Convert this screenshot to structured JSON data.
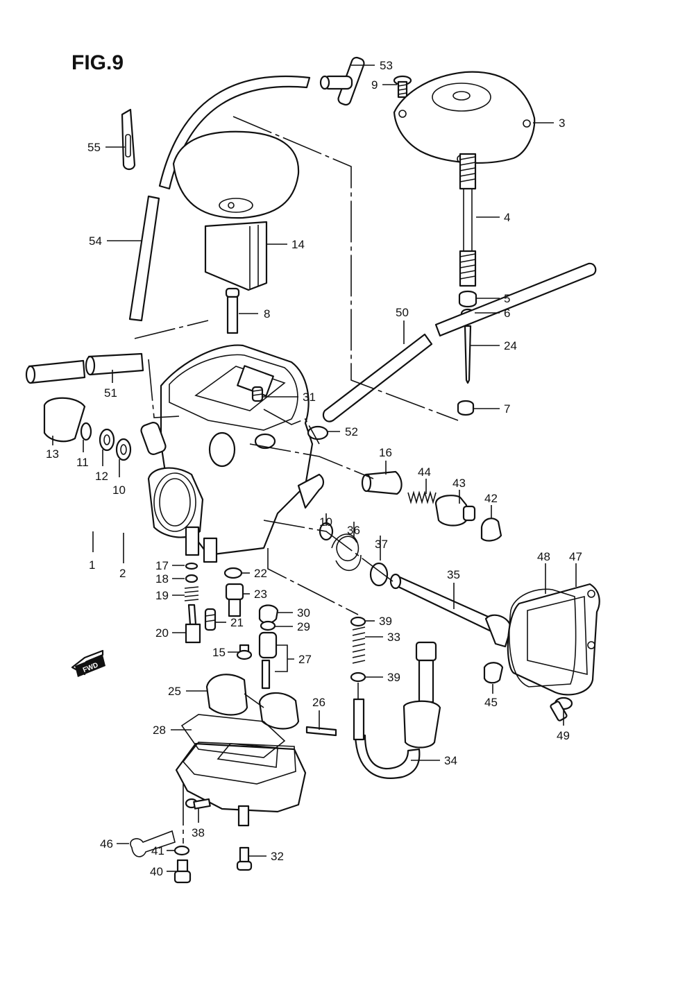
{
  "figure": {
    "title": "FIG.9",
    "fwd_label": "FWD"
  },
  "parts": [
    {
      "id": "p1",
      "number": "1"
    },
    {
      "id": "p2",
      "number": "2"
    },
    {
      "id": "p3",
      "number": "3"
    },
    {
      "id": "p4",
      "number": "4"
    },
    {
      "id": "p5",
      "number": "5"
    },
    {
      "id": "p6",
      "number": "6"
    },
    {
      "id": "p7",
      "number": "7"
    },
    {
      "id": "p8",
      "number": "8"
    },
    {
      "id": "p9",
      "number": "9"
    },
    {
      "id": "p10a",
      "number": "10"
    },
    {
      "id": "p10b",
      "number": "10"
    },
    {
      "id": "p11",
      "number": "11"
    },
    {
      "id": "p12",
      "number": "12"
    },
    {
      "id": "p13",
      "number": "13"
    },
    {
      "id": "p14",
      "number": "14"
    },
    {
      "id": "p15",
      "number": "15"
    },
    {
      "id": "p16",
      "number": "16"
    },
    {
      "id": "p17",
      "number": "17"
    },
    {
      "id": "p18",
      "number": "18"
    },
    {
      "id": "p19",
      "number": "19"
    },
    {
      "id": "p20",
      "number": "20"
    },
    {
      "id": "p21",
      "number": "21"
    },
    {
      "id": "p22",
      "number": "22"
    },
    {
      "id": "p23",
      "number": "23"
    },
    {
      "id": "p24",
      "number": "24"
    },
    {
      "id": "p25",
      "number": "25"
    },
    {
      "id": "p26",
      "number": "26"
    },
    {
      "id": "p27",
      "number": "27"
    },
    {
      "id": "p28",
      "number": "28"
    },
    {
      "id": "p29",
      "number": "29"
    },
    {
      "id": "p30",
      "number": "30"
    },
    {
      "id": "p31",
      "number": "31"
    },
    {
      "id": "p32",
      "number": "32"
    },
    {
      "id": "p33",
      "number": "33"
    },
    {
      "id": "p34",
      "number": "34"
    },
    {
      "id": "p35",
      "number": "35"
    },
    {
      "id": "p36",
      "number": "36"
    },
    {
      "id": "p37",
      "number": "37"
    },
    {
      "id": "p38",
      "number": "38"
    },
    {
      "id": "p39a",
      "number": "39"
    },
    {
      "id": "p39b",
      "number": "39"
    },
    {
      "id": "p40",
      "number": "40"
    },
    {
      "id": "p41",
      "number": "41"
    },
    {
      "id": "p42",
      "number": "42"
    },
    {
      "id": "p43",
      "number": "43"
    },
    {
      "id": "p44",
      "number": "44"
    },
    {
      "id": "p45",
      "number": "45"
    },
    {
      "id": "p46",
      "number": "46"
    },
    {
      "id": "p47",
      "number": "47"
    },
    {
      "id": "p48",
      "number": "48"
    },
    {
      "id": "p49",
      "number": "49"
    },
    {
      "id": "p50",
      "number": "50"
    },
    {
      "id": "p51",
      "number": "51"
    },
    {
      "id": "p52",
      "number": "52"
    },
    {
      "id": "p53",
      "number": "53"
    },
    {
      "id": "p54",
      "number": "54"
    },
    {
      "id": "p55",
      "number": "55"
    }
  ]
}
